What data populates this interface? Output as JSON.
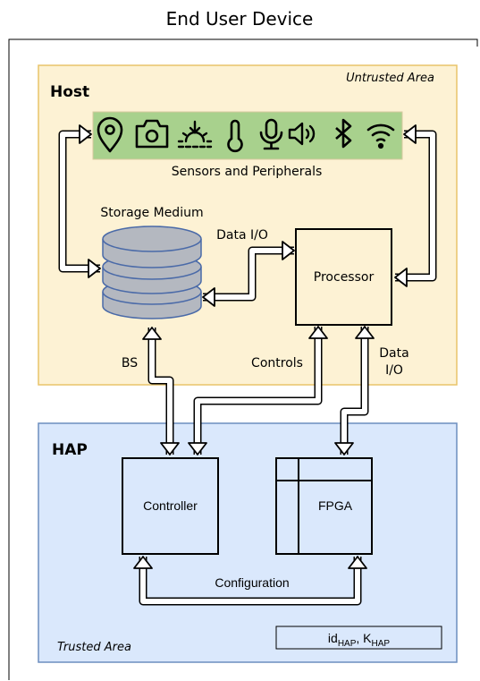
{
  "device": {
    "title": "End User Device"
  },
  "host": {
    "title": "Host",
    "area_label": "Untrusted Area",
    "fill": "#fdf2d4",
    "border": "#e9c46a",
    "sensors": {
      "label": "Sensors and Peripherals",
      "fill": "#a8d18d",
      "icons": [
        "location-pin-icon",
        "camera-icon",
        "sunrise-icon",
        "thermometer-icon",
        "microphone-icon",
        "speaker-icon",
        "bluetooth-icon",
        "wifi-icon"
      ]
    },
    "storage": {
      "label": "Storage Medium",
      "fill": "#b4b8c0",
      "stroke": "#4a6aa8"
    },
    "processor": {
      "label": "Processor"
    },
    "edges": {
      "storage_processor": "Data I/O",
      "bs": "BS",
      "controls": "Controls",
      "data_io_line1": "Data",
      "data_io_line2": "I/O"
    }
  },
  "hap": {
    "title": "HAP",
    "area_label": "Trusted Area",
    "fill": "#dae8fc",
    "border": "#6c8ebf",
    "controller": {
      "label": "Controller"
    },
    "fpga": {
      "label": "FPGA"
    },
    "configuration": "Configuration",
    "keys": {
      "id_main": "id",
      "id_sub": "HAP",
      "separator": ", ",
      "k_main": "K",
      "k_sub": "HAP"
    }
  }
}
